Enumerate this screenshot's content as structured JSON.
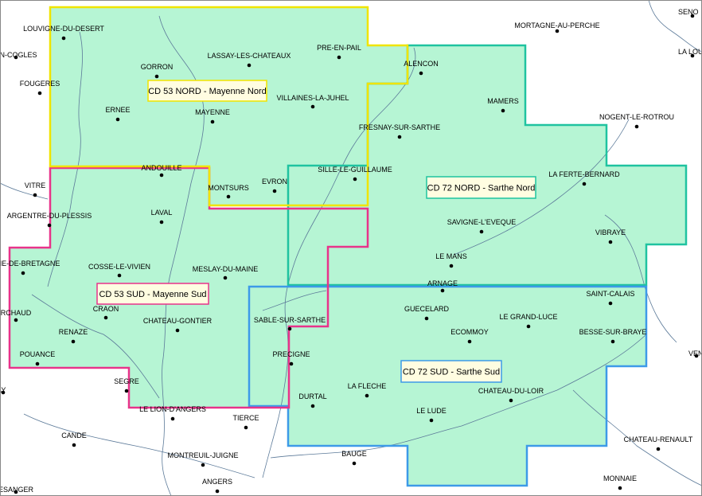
{
  "map": {
    "colors": {
      "fill": "#b6f5d4",
      "yellow": "#f0e400",
      "teal": "#1fc3a0",
      "pink": "#e8338a",
      "blue": "#3d9ae8",
      "river": "#5c7a99",
      "label_bg": "#fffde1"
    },
    "zones": [
      {
        "id": "cd53-nord",
        "label": "CD 53 NORD - Mayenne Nord",
        "border": "yellow"
      },
      {
        "id": "cd72-nord",
        "label": "CD 72 NORD - Sarthe Nord",
        "border": "teal"
      },
      {
        "id": "cd53-sud",
        "label": "CD 53 SUD - Mayenne Sud",
        "border": "pink"
      },
      {
        "id": "cd72-sud",
        "label": "CD 72 SUD - Sarthe Sud",
        "border": "blue"
      }
    ],
    "towns": [
      "LOUVIGNE-DU-DESERT",
      "GORRON",
      "LASSAY-LES-CHATEAUX",
      "PRE-EN-PAIL",
      "ALENCON",
      "MORTAGNE-AU-PERCHE",
      "SENO",
      "LA LOU",
      "EN-COGLES",
      "FOUGERES",
      "ERNEE",
      "MAYENNE",
      "VILLAINES-LA-JUHEL",
      "MAMERS",
      "NOGENT-LE-ROTROU",
      "FRESNAY-SUR-SARTHE",
      "ANDOUILLE",
      "SILLE-LE-GUILLAUME",
      "LA FERTE-BERNARD",
      "VITRE",
      "MONTSURS",
      "EVRON",
      "ARGENTRE-DU-PLESSIS",
      "LAVAL",
      "SAVIGNE-L'EVEQUE",
      "VIBRAYE",
      "RCHE-DE-BRETAGNE",
      "COSSE-LE-VIVIEN",
      "MESLAY-DU-MAINE",
      "LE MANS",
      "ARNAGE",
      "SAINT-CALAIS",
      "RCHAUD",
      "CRAON",
      "CHATEAU-GONTIER",
      "SABLE-SUR-SARTHE",
      "GUECELARD",
      "LE GRAND-LUCE",
      "RENAZE",
      "ECOMMOY",
      "BESSE-SUR-BRAYE",
      "POUANCE",
      "PRECIGNE",
      "VEN",
      "AY",
      "SEGRE",
      "LA FLECHE",
      "CHATEAU-DU-LOIR",
      "DURTAL",
      "LE LION-D'ANGERS",
      "LE LUDE",
      "TIERCE",
      "CANDE",
      "CHATEAU-RENAULT",
      "BAUGE",
      "MONTREUIL-JUIGNE",
      "ANGERS",
      "MONNAIE",
      "ESANGER"
    ]
  }
}
